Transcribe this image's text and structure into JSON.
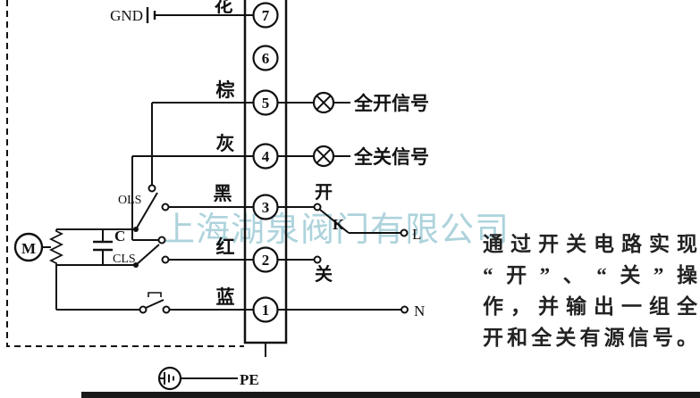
{
  "watermark": "上海湖泉阀门有限公司",
  "labels": {
    "gnd": "GND",
    "pe": "PE",
    "motor": "M",
    "capacitor": "C",
    "ols": "OLS",
    "cls": "CLS",
    "open": "开",
    "close": "关",
    "k": "K",
    "l": "L",
    "n": "N",
    "signal_open": "全开信号",
    "signal_close": "全关信号"
  },
  "terminals": [
    {
      "num": "7",
      "wire": "花"
    },
    {
      "num": "6",
      "wire": ""
    },
    {
      "num": "5",
      "wire": "棕"
    },
    {
      "num": "4",
      "wire": "灰"
    },
    {
      "num": "3",
      "wire": "黑"
    },
    {
      "num": "2",
      "wire": "红"
    },
    {
      "num": "1",
      "wire": "蓝"
    }
  ],
  "description_lines": [
    "通过开关电路实现",
    "“开”、“关”操",
    "作，并输出一组全",
    "开和全关有源信号。"
  ]
}
